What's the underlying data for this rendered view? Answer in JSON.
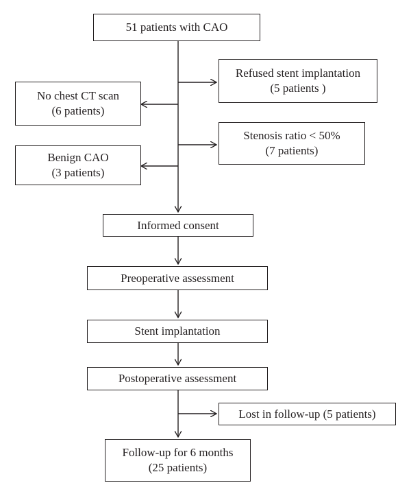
{
  "flowchart": {
    "start": {
      "line1": "51 patients with CAO"
    },
    "excluded_refused": {
      "line1": "Refused stent implantation",
      "line2": "(5 patients )"
    },
    "excluded_no_ct": {
      "line1": "No chest CT scan",
      "line2": "(6 patients)"
    },
    "excluded_stenosis": {
      "line1": "Stenosis ratio < 50%",
      "line2": "(7 patients)"
    },
    "excluded_benign": {
      "line1": "Benign CAO",
      "line2": "(3 patients)"
    },
    "consent": {
      "line1": "Informed consent"
    },
    "preop": {
      "line1": "Preoperative assessment"
    },
    "stent": {
      "line1": "Stent implantation"
    },
    "postop": {
      "line1": "Postoperative assessment"
    },
    "lost": {
      "line1": "Lost in follow-up (5 patients)"
    },
    "followup": {
      "line1": "Follow-up for 6 months",
      "line2": "(25 patients)"
    }
  }
}
